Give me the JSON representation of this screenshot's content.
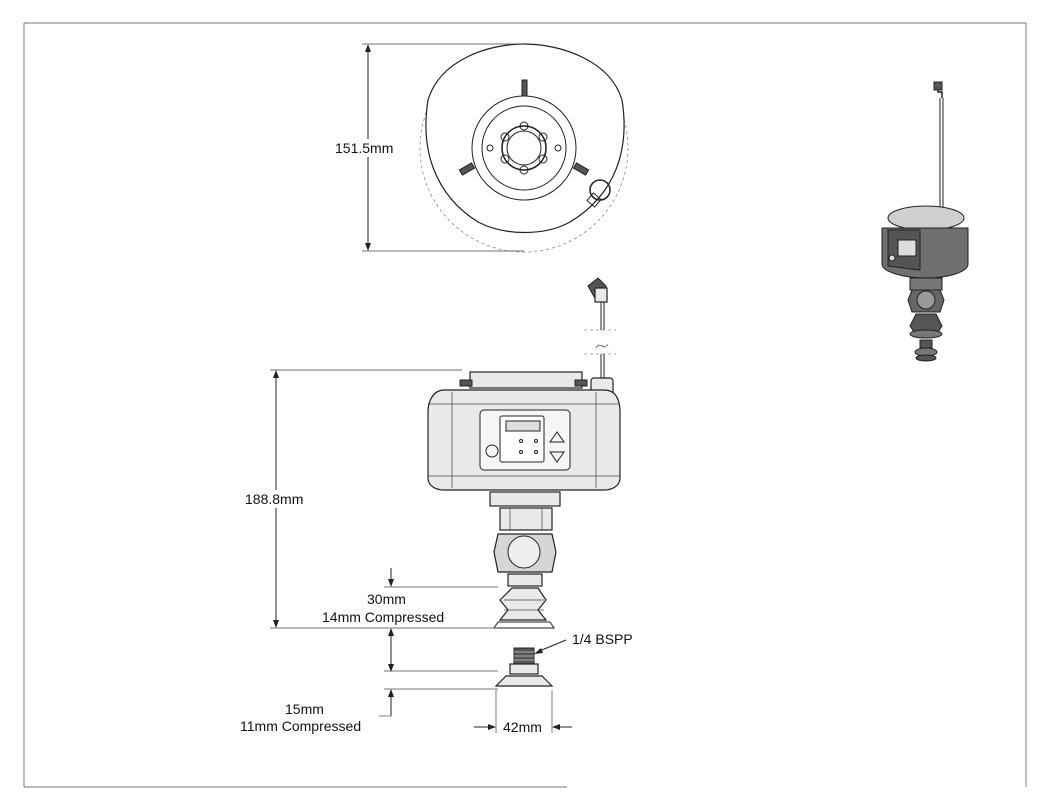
{
  "drawing": {
    "dimensions": {
      "top_width": "151.5mm",
      "overall_height": "188.8mm",
      "cup_large_height": "30mm",
      "cup_large_compressed": "14mm Compressed",
      "thread": "1/4 BSPP",
      "cup_small_height": "15mm",
      "cup_small_compressed": "11mm Compressed",
      "cup_diameter": "42mm"
    },
    "colors": {
      "line": "#222222",
      "body": "#e9e9e9",
      "shade": "#7a7a7a"
    }
  }
}
